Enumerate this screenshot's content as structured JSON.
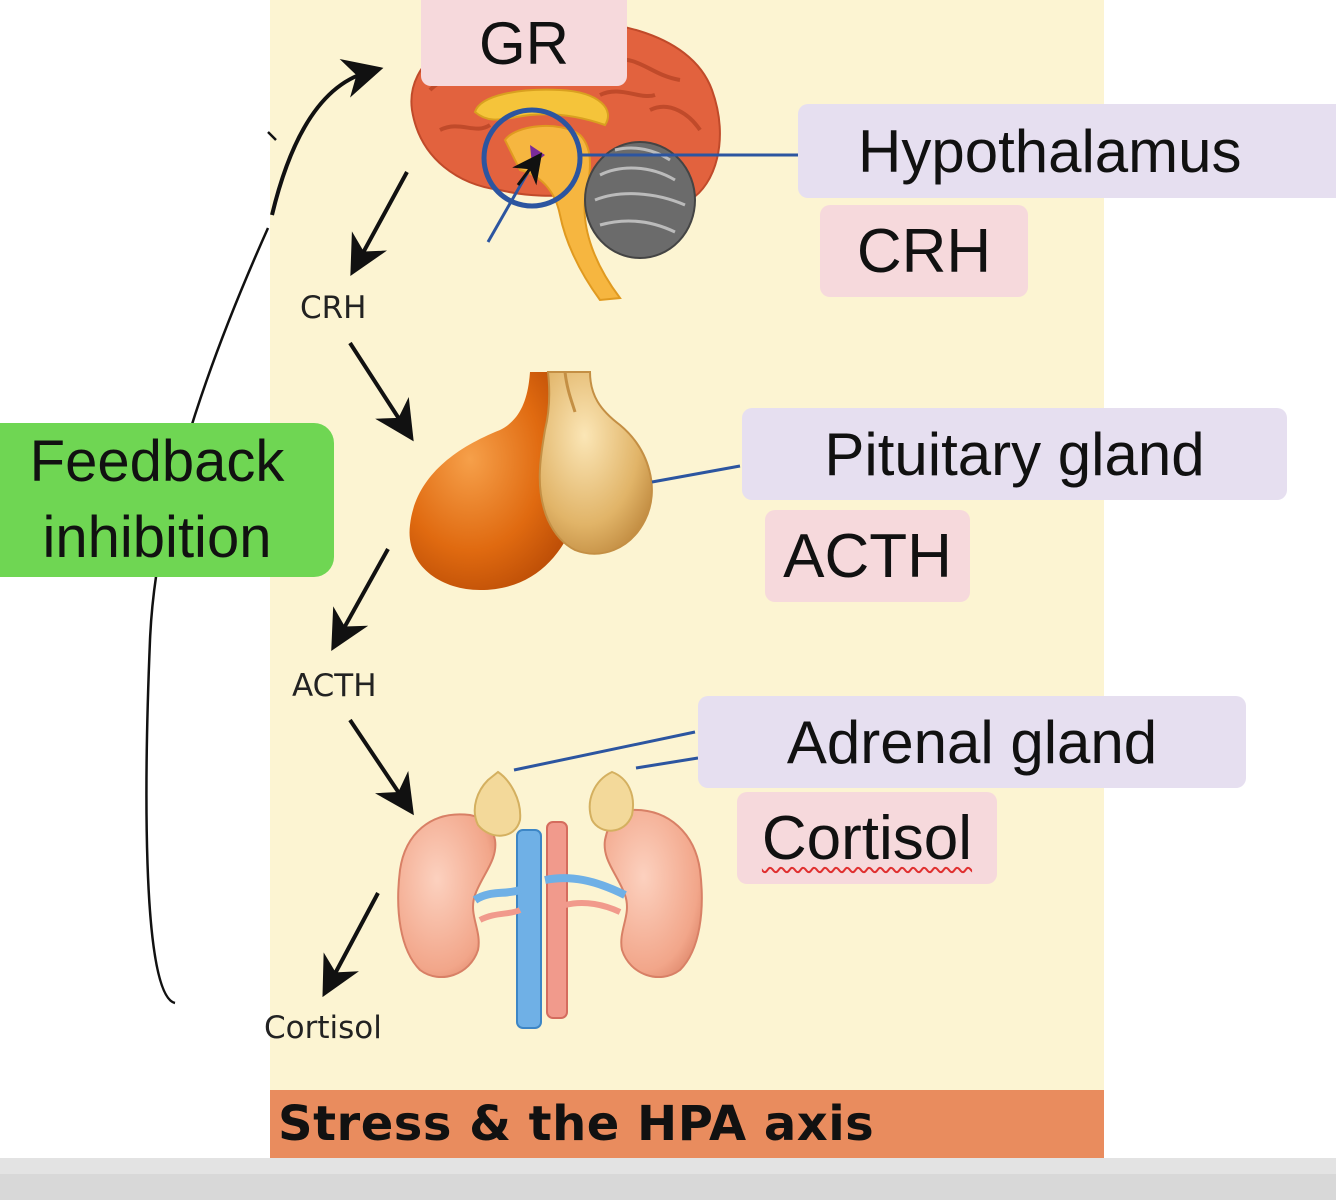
{
  "caption": "Stress & the HPA axis",
  "feedback": {
    "line1": "Feedback",
    "line2": "inhibition"
  },
  "flow_labels": {
    "crh": "CRH",
    "acth": "ACTH",
    "cortisol": "Cortisol"
  },
  "boxes": {
    "gr": "GR",
    "hypothalamus": "Hypothalamus",
    "crh": "CRH",
    "pituitary": "Pituitary gland",
    "acth": "ACTH",
    "adrenal": "Adrenal gland",
    "cortisol": "Cortisol"
  },
  "colors": {
    "panel": "#fcf4d2",
    "caption_bar": "#e98c5e",
    "feedback_box": "#6fd653",
    "hormone_box": "#f6d9dc",
    "organ_box": "#e6dff0"
  }
}
